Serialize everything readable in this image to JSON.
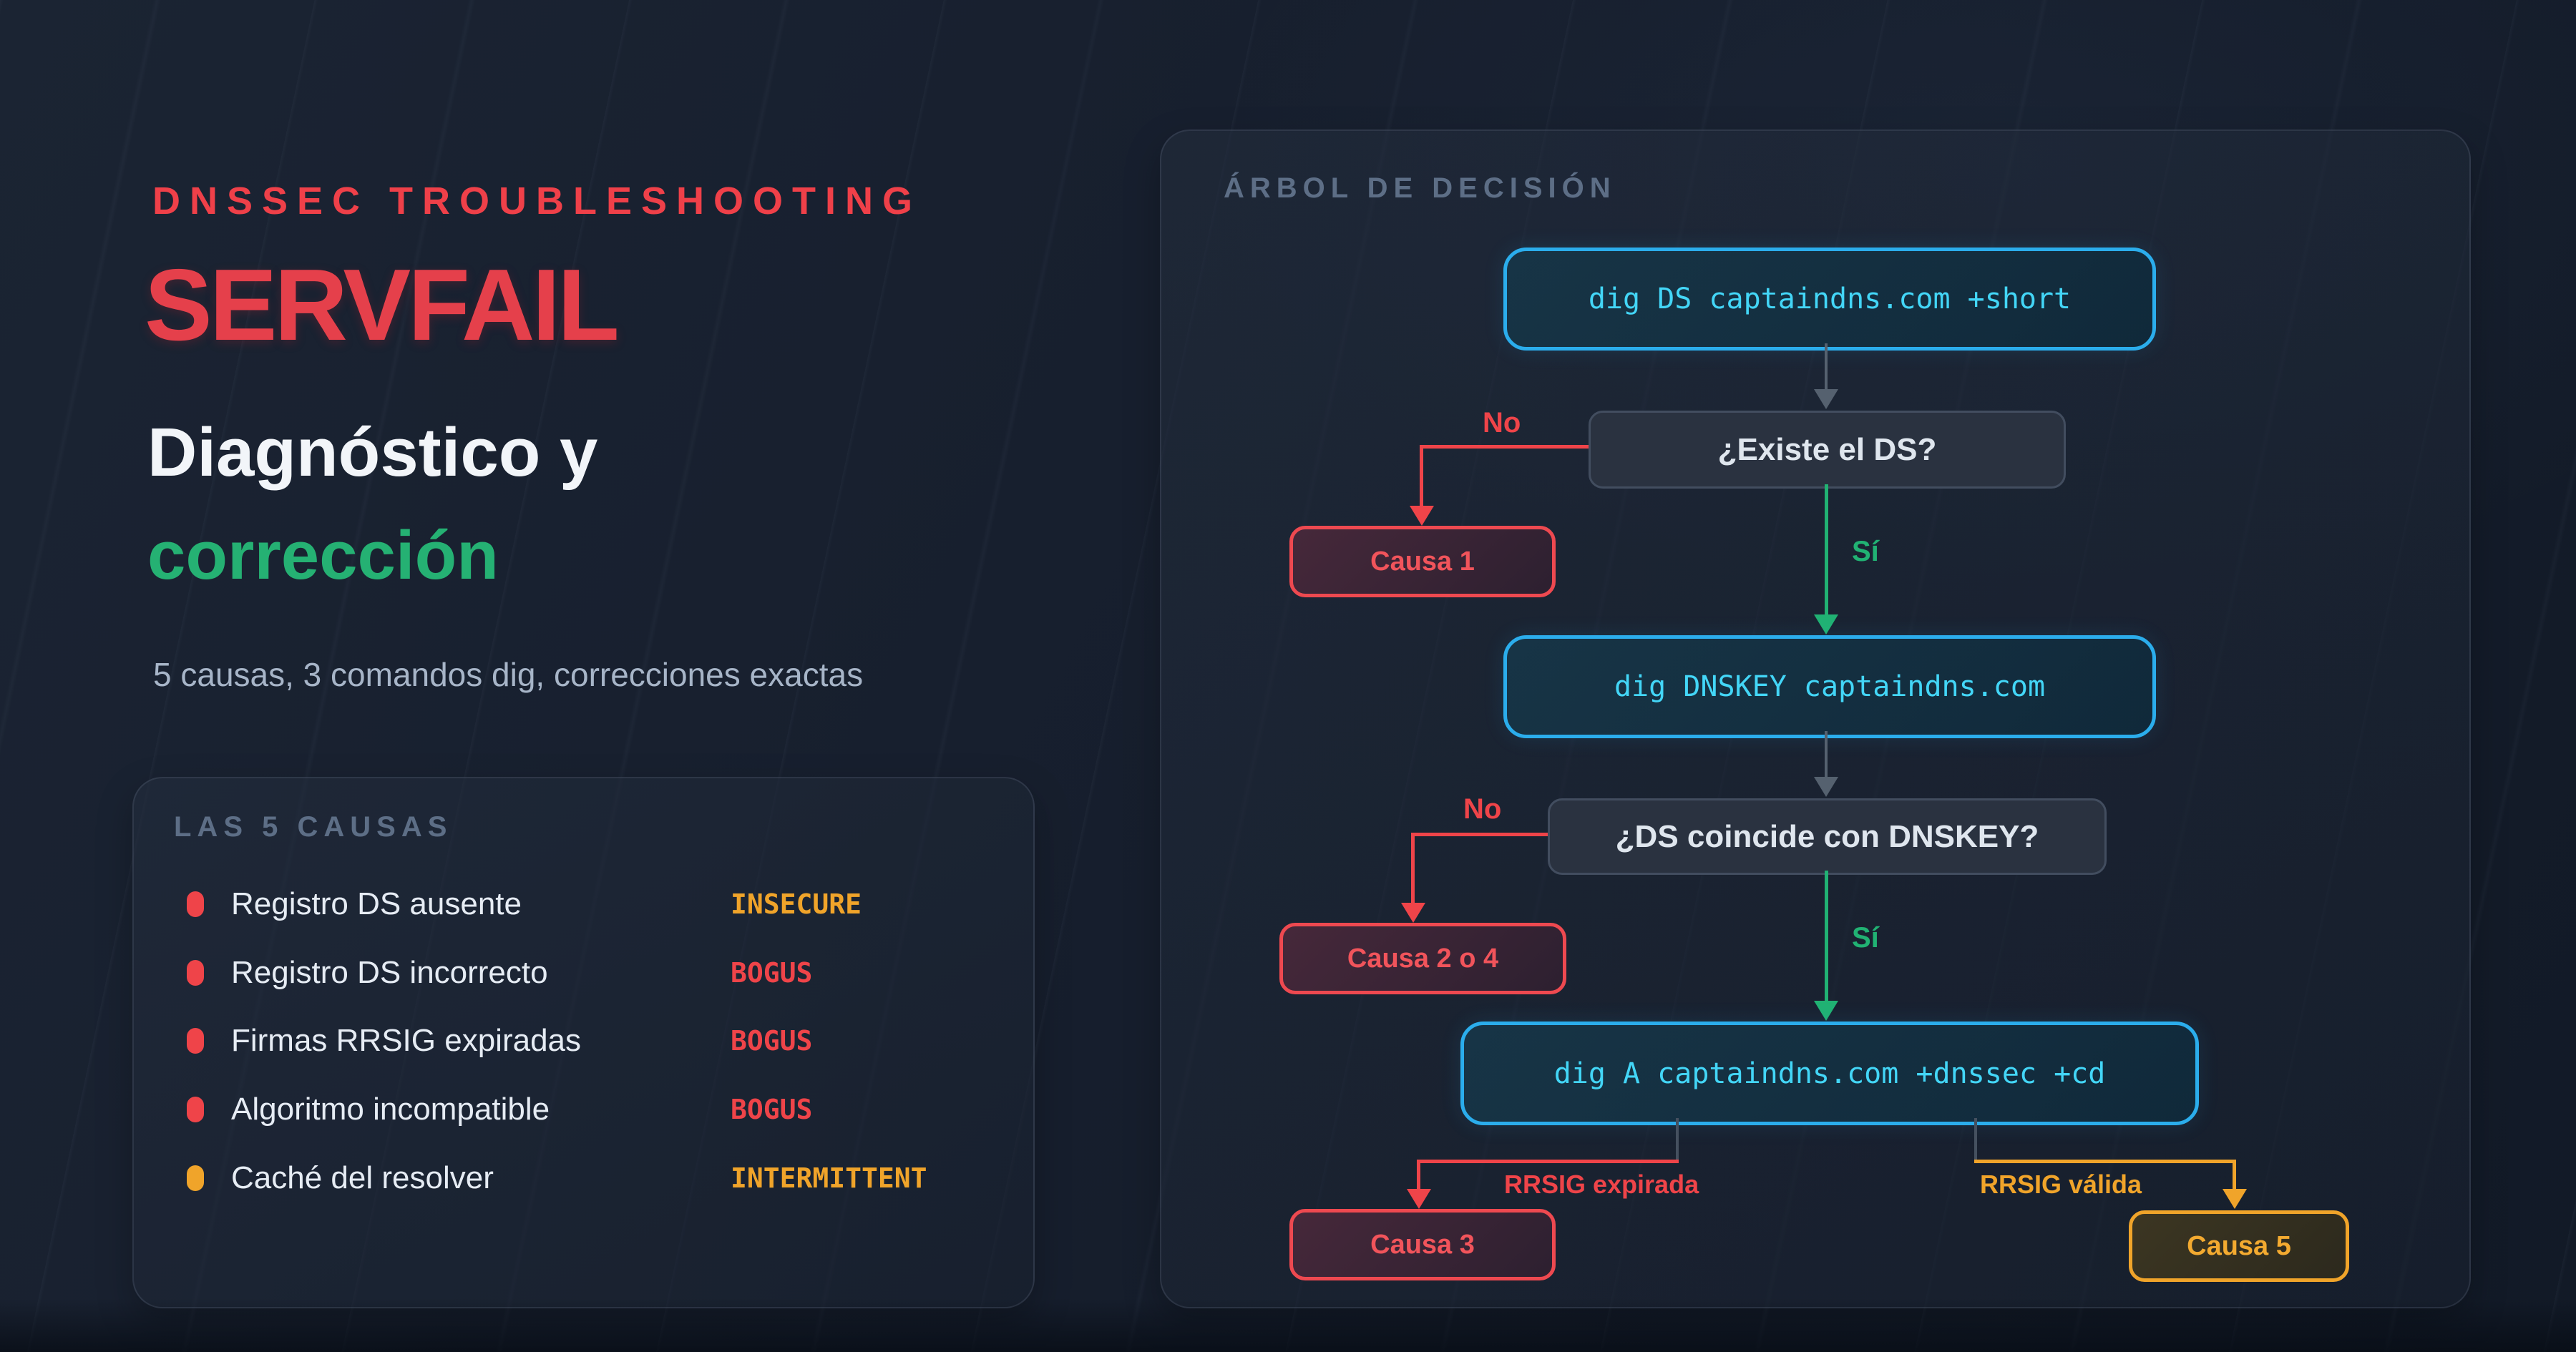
{
  "header": {
    "kicker": "DNSSEC TROUBLESHOOTING",
    "title": "SERVFAIL",
    "subtitle_line1": "Diagnóstico y",
    "subtitle_line2": "corrección",
    "tagline": "5 causas, 3 comandos dig, correcciones exactas"
  },
  "colors": {
    "background": "#161e2c",
    "accent_red": "#ef4449",
    "accent_green": "#21b273",
    "accent_amber": "#f0a42a",
    "accent_cyan_border": "#2badec",
    "accent_cyan_text": "#43d6f7",
    "heading_muted": "#5d6e86",
    "text_light": "#e6ecf4"
  },
  "causes_panel": {
    "title": "LAS 5 CAUSAS",
    "items": [
      {
        "label": "Registro DS ausente",
        "status": "INSECURE",
        "status_color": "#f0a42a",
        "dot_color": "#ef4449"
      },
      {
        "label": "Registro DS incorrecto",
        "status": "BOGUS",
        "status_color": "#ef4449",
        "dot_color": "#ef4449"
      },
      {
        "label": "Firmas RRSIG expiradas",
        "status": "BOGUS",
        "status_color": "#ef4449",
        "dot_color": "#ef4449"
      },
      {
        "label": "Algoritmo incompatible",
        "status": "BOGUS",
        "status_color": "#ef4449",
        "dot_color": "#ef4449"
      },
      {
        "label": "Caché del resolver",
        "status": "INTERMITTENT",
        "status_color": "#f0a42a",
        "dot_color": "#f0a42a"
      }
    ]
  },
  "tree": {
    "title": "ÁRBOL DE DECISIÓN",
    "command1": "dig DS captaindns.com +short",
    "question1": "¿Existe el DS?",
    "no1": "No",
    "yes1": "Sí",
    "cause1": "Causa 1",
    "command2": "dig DNSKEY captaindns.com",
    "question2": "¿DS coincide con DNSKEY?",
    "no2": "No",
    "yes2": "Sí",
    "cause24": "Causa 2 o 4",
    "command3": "dig A captaindns.com +dnssec +cd",
    "branch_left_label": "RRSIG expirada",
    "branch_right_label": "RRSIG válida",
    "cause3": "Causa 3",
    "cause5": "Causa 5"
  }
}
